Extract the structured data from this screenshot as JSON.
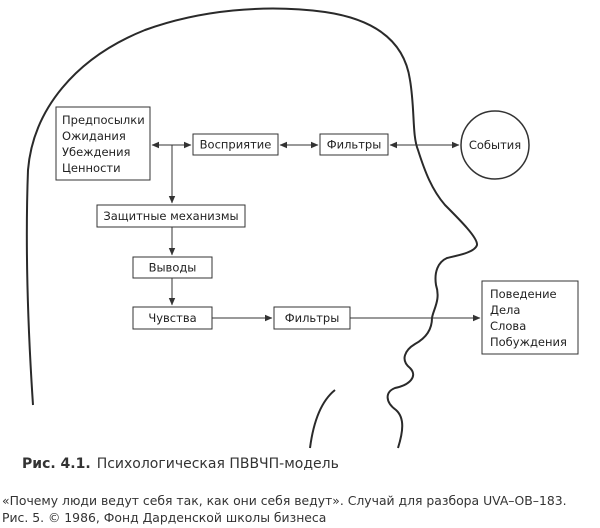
{
  "diagram": {
    "beliefs_box": [
      "Предпосылки",
      "Ожидания",
      "Убеждения",
      "Ценности"
    ],
    "perception": "Восприятие",
    "filters_top": "Фильтры",
    "events": "События",
    "defenses": "Защитные механизмы",
    "conclusions": "Выводы",
    "feelings": "Чувства",
    "filters_bottom": "Фильтры",
    "behavior_box": [
      "Поведение",
      "Дела",
      "Слова",
      "Побуждения"
    ]
  },
  "caption": {
    "number": "Рис. 4.1.",
    "title": "Психологическая ПВВЧП-модель"
  },
  "source": {
    "line1": "«Почему люди ведут себя так, как они себя ведут». Случай для разбора UVA–OB–183.",
    "line2": "Рис. 5. © 1986, Фонд Дарденской школы бизнеса"
  }
}
